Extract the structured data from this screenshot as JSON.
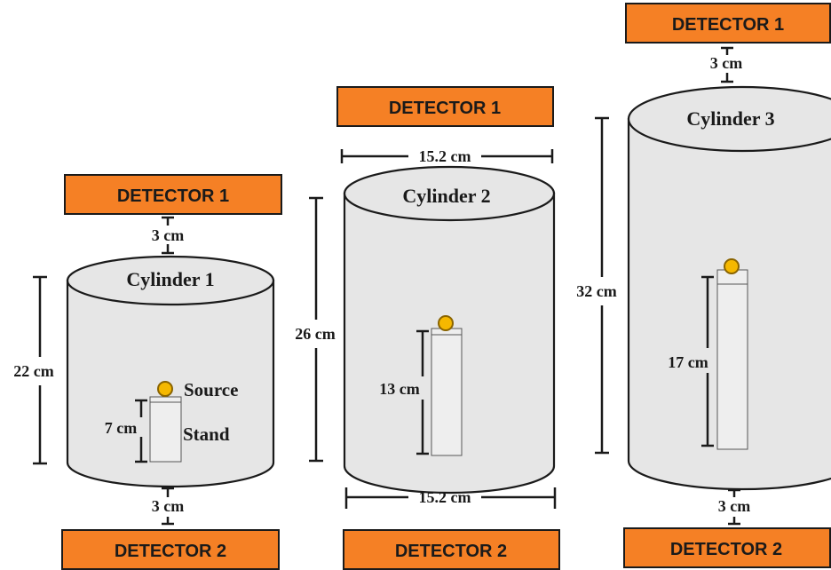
{
  "detectors": {
    "top_label": "DETECTOR 1",
    "bottom_label": "DETECTOR 2"
  },
  "colors": {
    "detector_fill": "#F58025",
    "cylinder_fill": "#E6E6E6",
    "source_fill": "#F5B800"
  },
  "cylinders": [
    {
      "name": "Cylinder 1",
      "height": "22 cm",
      "stand_height": "7 cm",
      "gap_top": "3 cm",
      "gap_bottom": "3 cm"
    },
    {
      "name": "Cylinder 2",
      "height": "26 cm",
      "stand_height": "13 cm",
      "diameter_top": "15.2 cm",
      "diameter_bottom": "15.2 cm"
    },
    {
      "name": "Cylinder 3",
      "height": "32 cm",
      "stand_height": "17 cm",
      "gap_top": "3 cm",
      "gap_bottom": "3 cm"
    }
  ],
  "labels": {
    "source": "Source",
    "stand": "Stand"
  }
}
